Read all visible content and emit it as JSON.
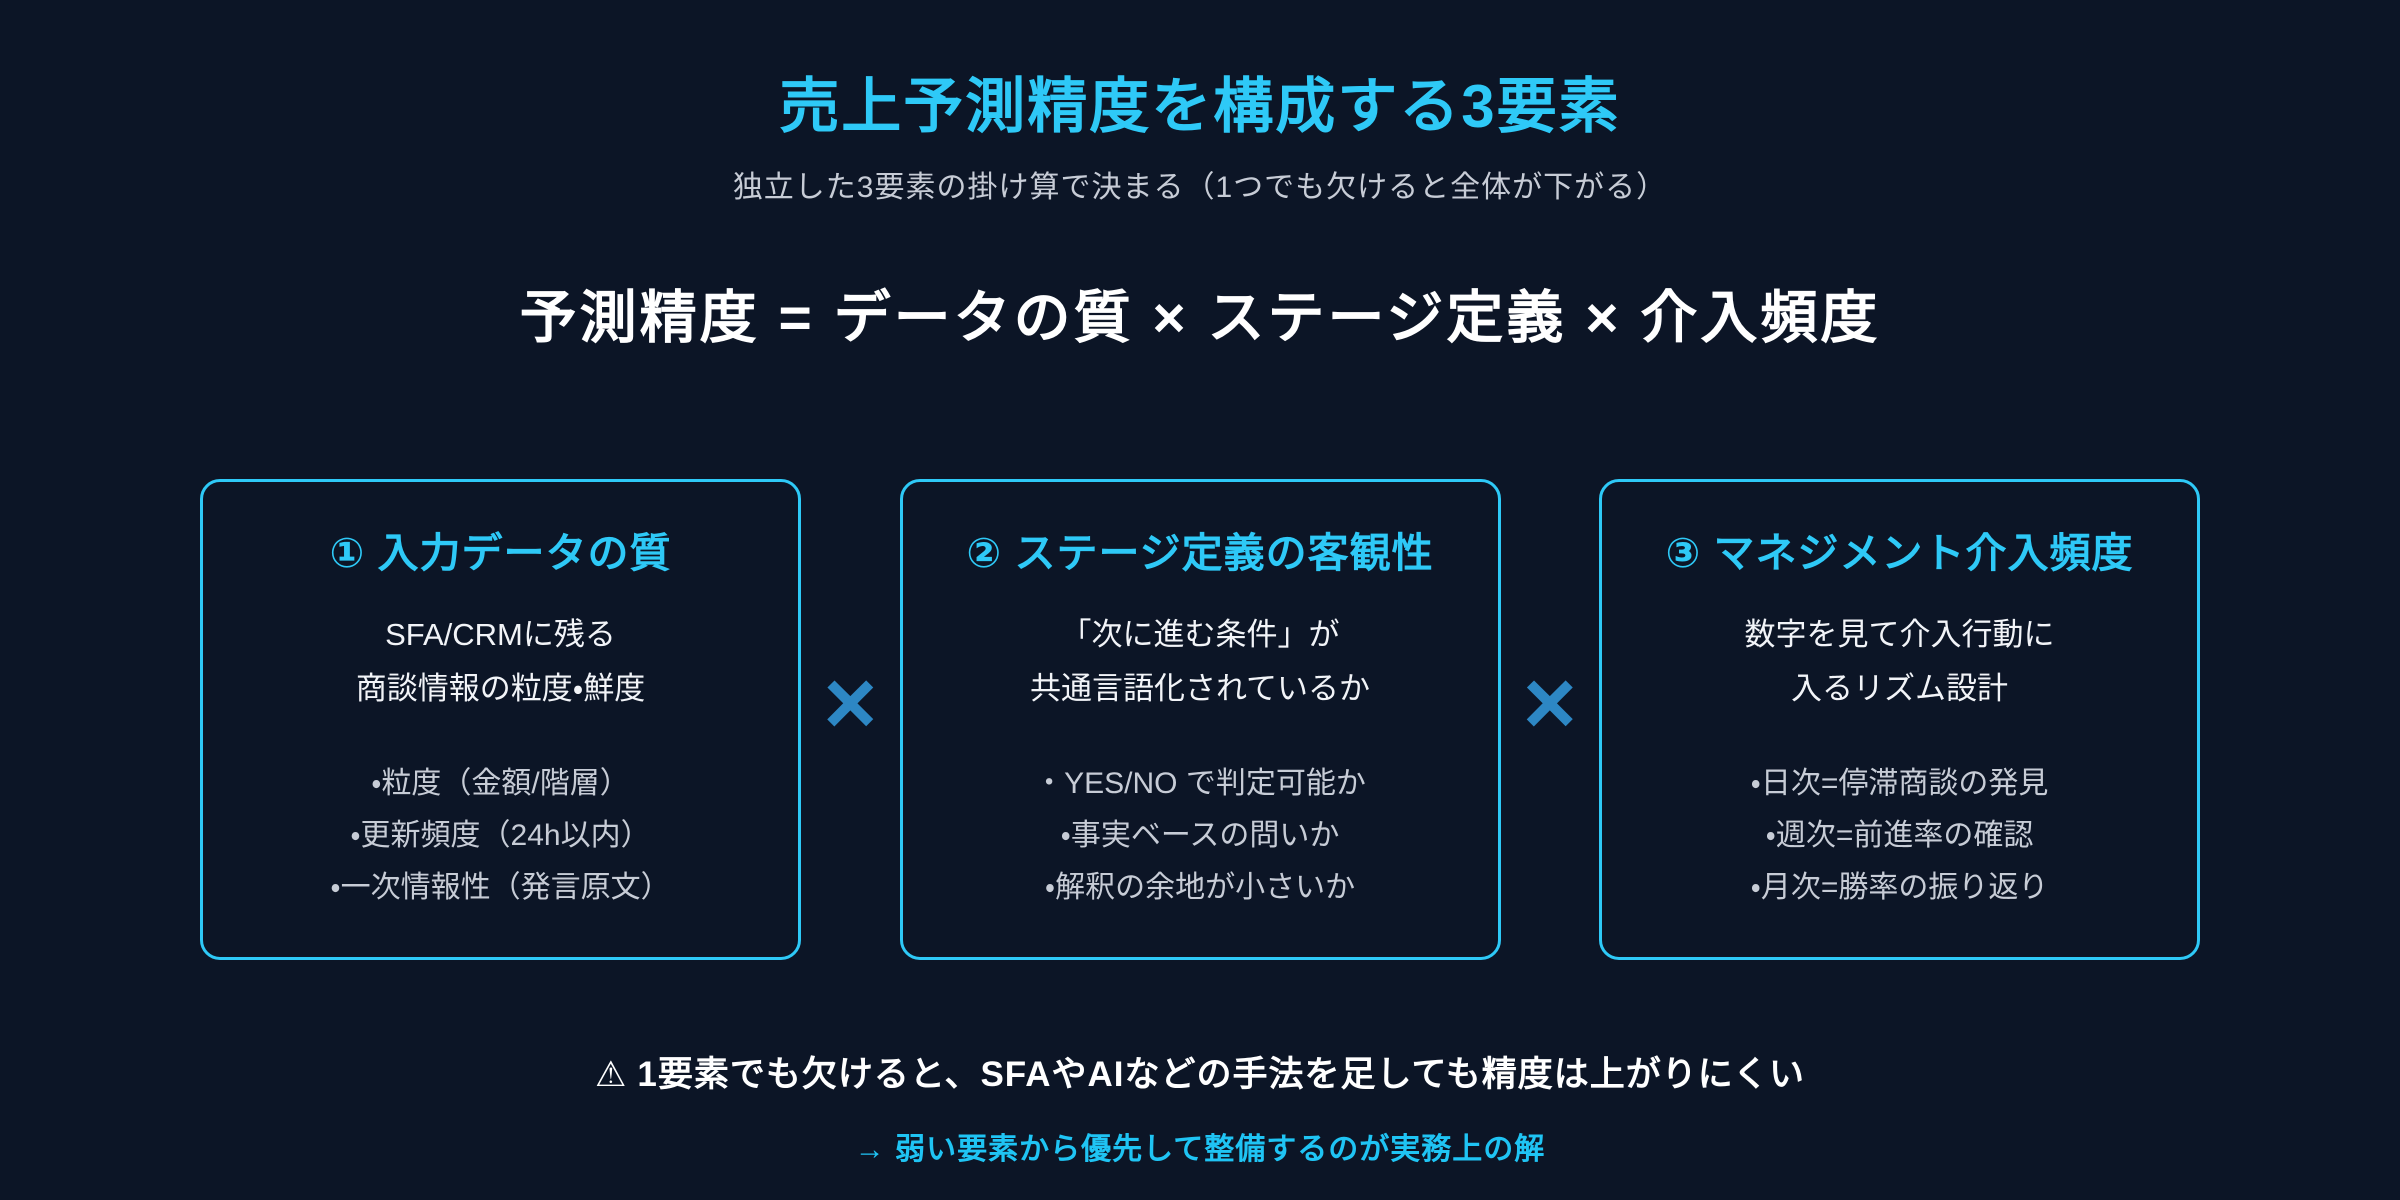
{
  "colors": {
    "background": "#0c1526",
    "accent_cyan": "#2ec9f7",
    "multiply_blue": "#2d87c4",
    "text_white": "#ffffff",
    "text_gray": "#c7ccd6"
  },
  "header": {
    "title": "売上予測精度を構成する3要素",
    "subtitle": "独立した3要素の掛け算で決まる（1つでも欠けると全体が下がる）"
  },
  "formula": "予測精度 = データの質 × ステージ定義 × 介入頻度",
  "multiply_symbol": "×",
  "factors": [
    {
      "heading": "① 入力データの質",
      "description_lines": [
        "SFA/CRMに残る",
        "商談情報の粒度・鮮度"
      ],
      "bullets": [
        "・粒度（金額/階層）",
        "・更新頻度（24h以内）",
        "・一次情報性（発言原文）"
      ]
    },
    {
      "heading": "② ステージ定義の客観性",
      "description_lines": [
        "「次に進む条件」が",
        "共通言語化されているか"
      ],
      "bullets": [
        "・YES/NO で判定可能か",
        "・事実ベースの問いか",
        "・解釈の余地が小さいか"
      ]
    },
    {
      "heading": "③ マネジメント介入頻度",
      "description_lines": [
        "数字を見て介入行動に",
        "入るリズム設計"
      ],
      "bullets": [
        "・日次=停滞商談の発見",
        "・週次=前進率の確認",
        "・月次=勝率の振り返り"
      ]
    }
  ],
  "footer": {
    "warning_icon": "⚠",
    "warning_text": "1要素でも欠けると、SFAやAIなどの手法を足しても精度は上がりにくい",
    "conclusion": "→ 弱い要素から優先して整備するのが実務上の解"
  }
}
